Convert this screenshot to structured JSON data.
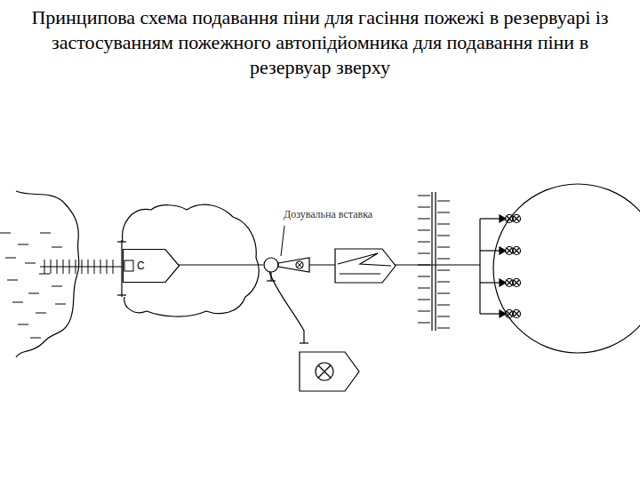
{
  "diagram": {
    "title": "Принципова схема подавання піни для гасіння пожежі в резервуарі із застосуванням пожежного автопідйомника для подавання піни в резервуар зверху",
    "nodes": [
      {
        "text": [
          "С"
        ]
      }
    ],
    "labels": [
      "Дозувальна вставка"
    ]
  }
}
